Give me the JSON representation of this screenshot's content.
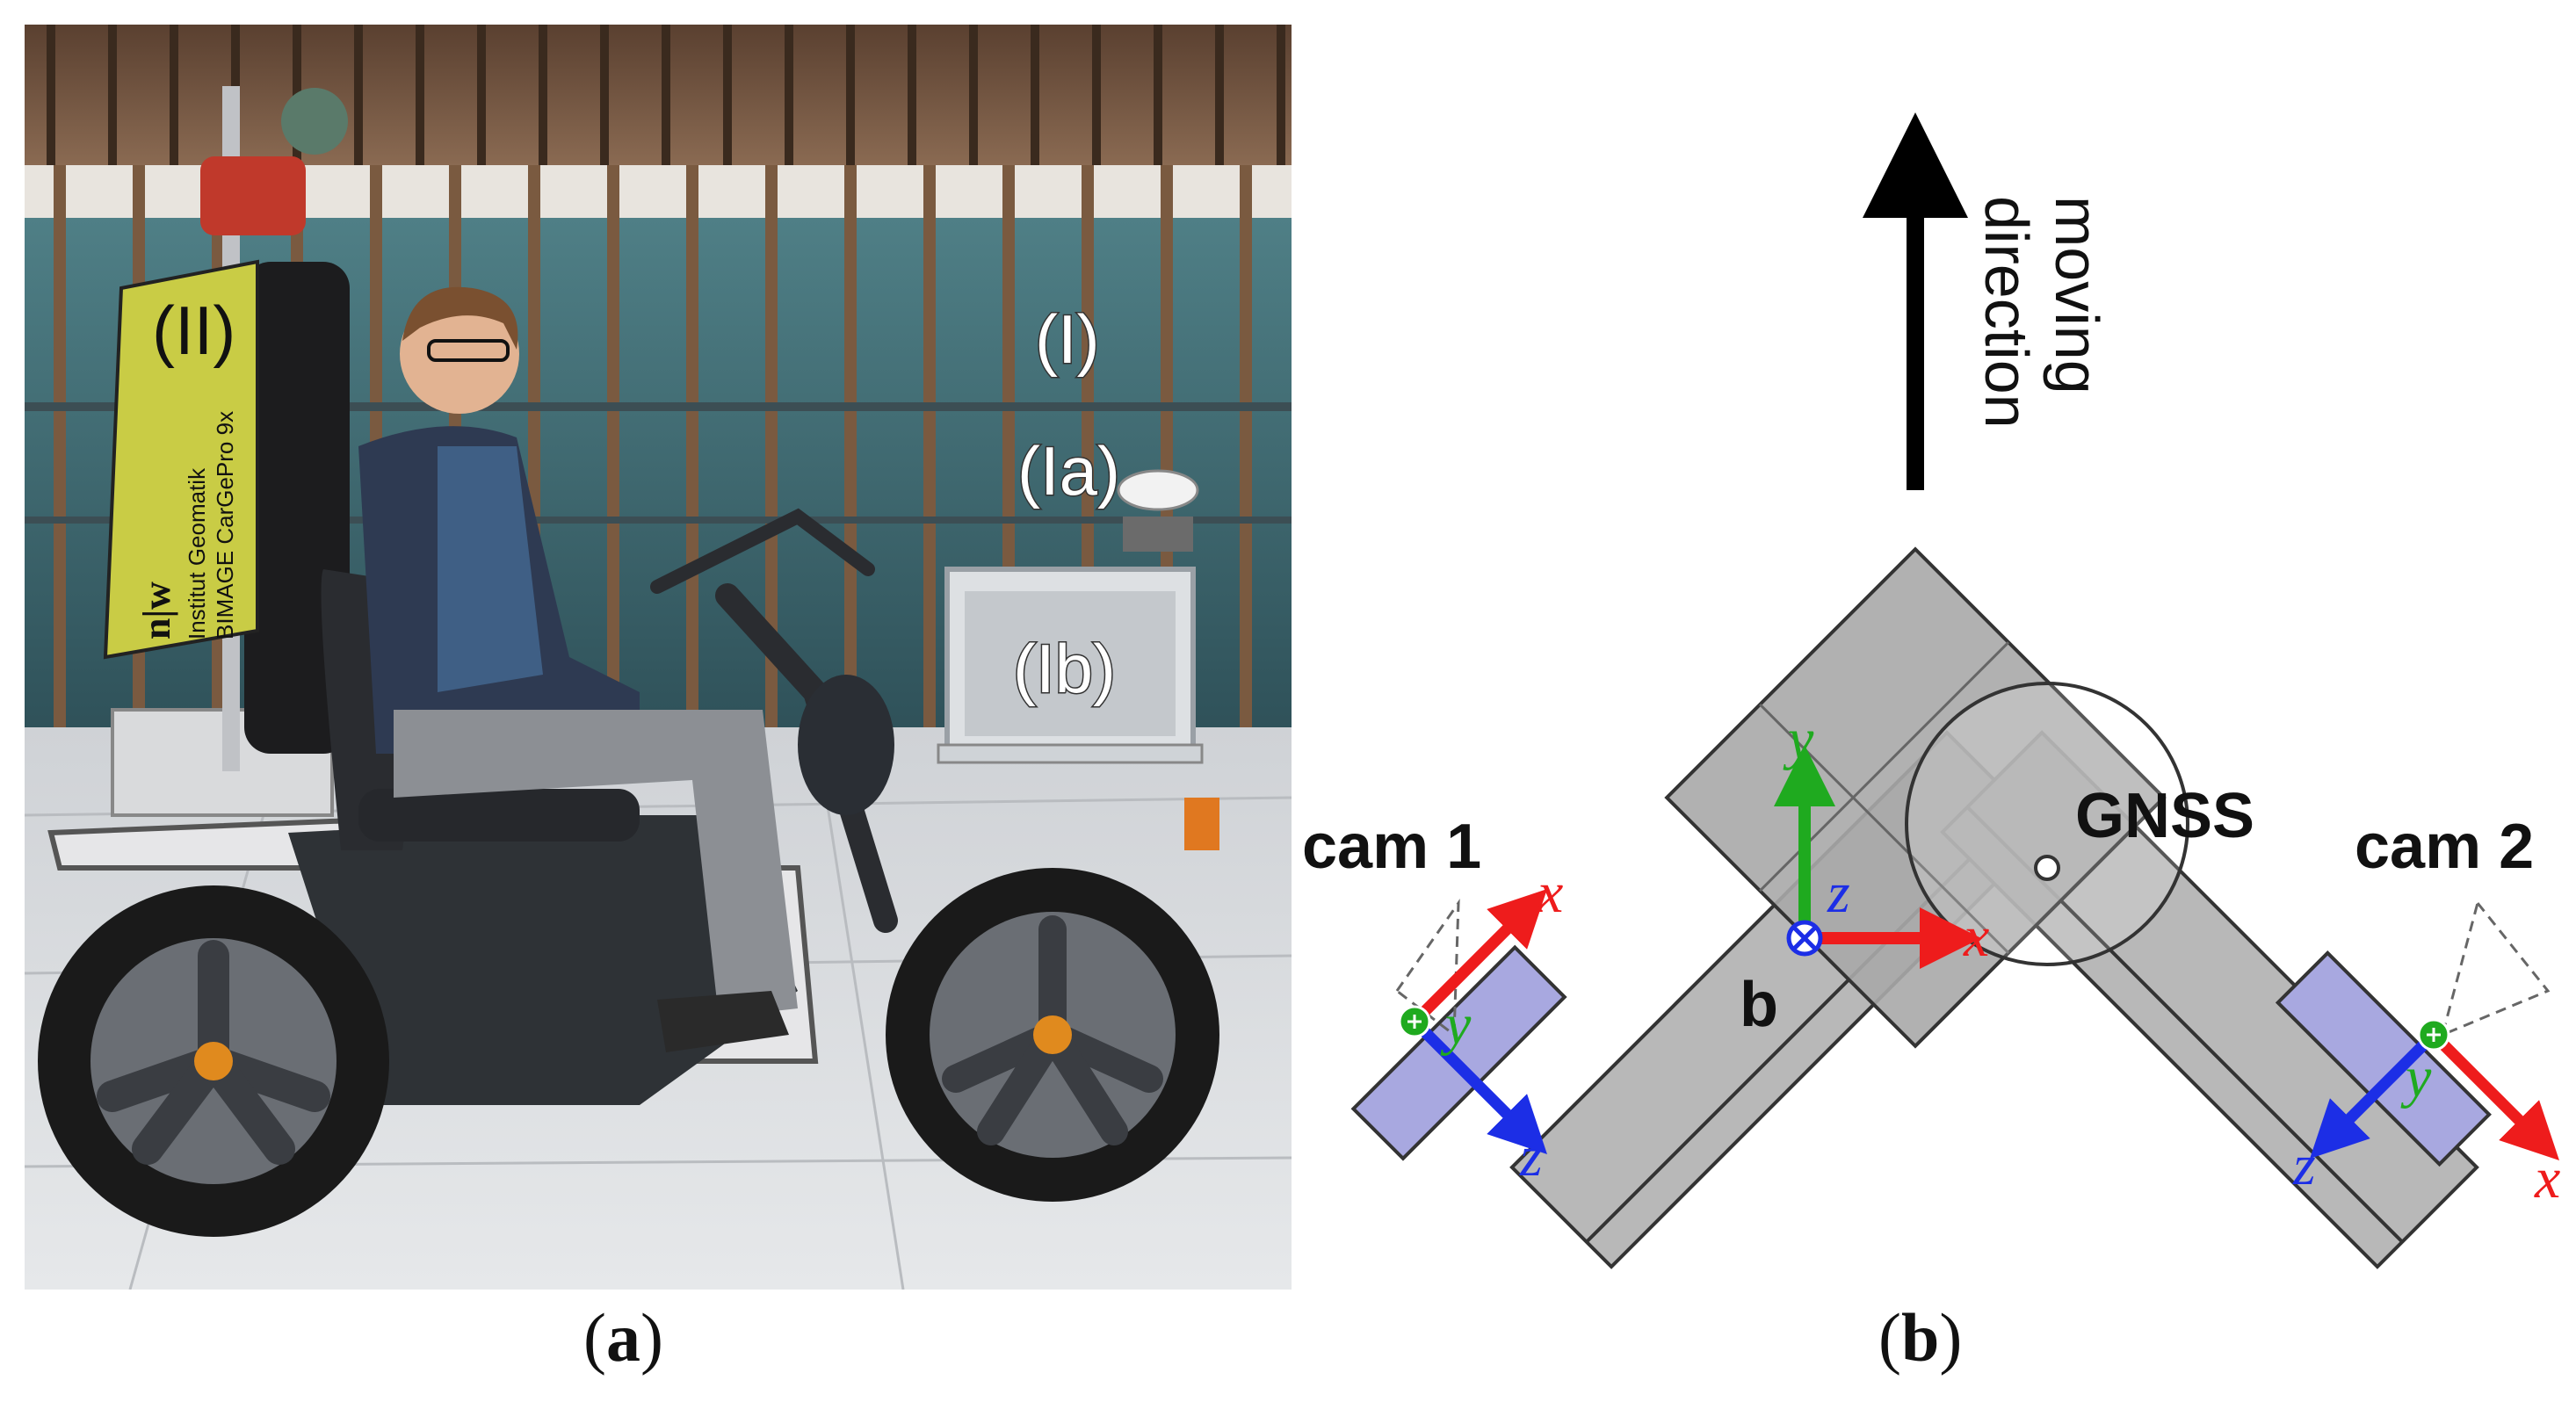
{
  "photo": {
    "labels": {
      "I": "(I)",
      "Ia": "(Ia)",
      "Ib": "(Ib)",
      "II": "(II)"
    },
    "sign_lines": [
      "n|w",
      "Institut Geomatik",
      "BIMAGE CarGePro 9x"
    ]
  },
  "diagram": {
    "moving_direction_line1": "moving",
    "moving_direction_line2": "direction",
    "gnss_label": "GNSS",
    "body_label": "b",
    "cam1_label": "cam 1",
    "cam2_label": "cam 2",
    "axes": {
      "x": "x",
      "y": "y",
      "z": "z"
    },
    "colors": {
      "x_axis": "#ee1c1c",
      "y_axis": "#1faa1f",
      "z_axis": "#1c2ee6",
      "camera_plate": "#a8a8e0",
      "arm": "#b8b8b8"
    }
  },
  "captions": {
    "a_letter": "a",
    "b_letter": "b",
    "open": "(",
    "close": ")"
  }
}
